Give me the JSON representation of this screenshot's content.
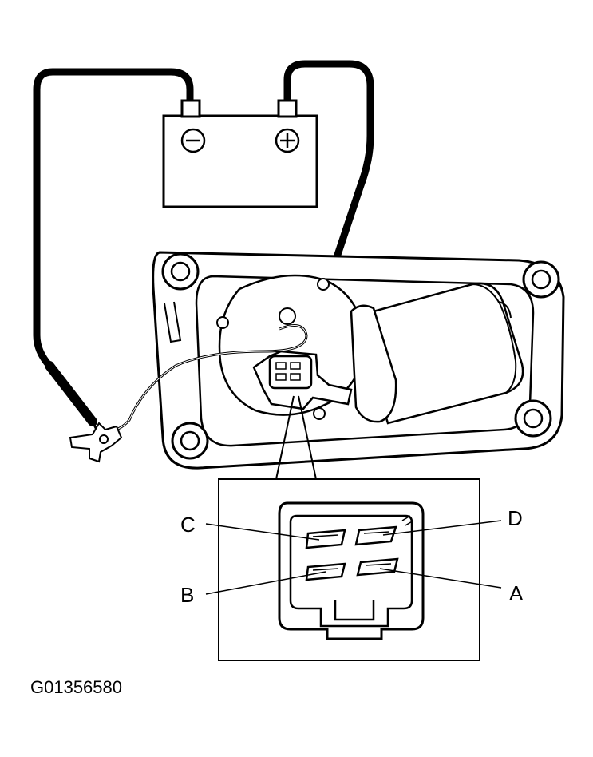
{
  "battery": {
    "negative_symbol": "⊖",
    "positive_symbol": "⊕"
  },
  "connector_terminals": {
    "c": "C",
    "d": "D",
    "b": "B",
    "a": "A"
  },
  "figure_code": "G01356580",
  "colors": {
    "line": "#000000",
    "background": "#ffffff"
  }
}
